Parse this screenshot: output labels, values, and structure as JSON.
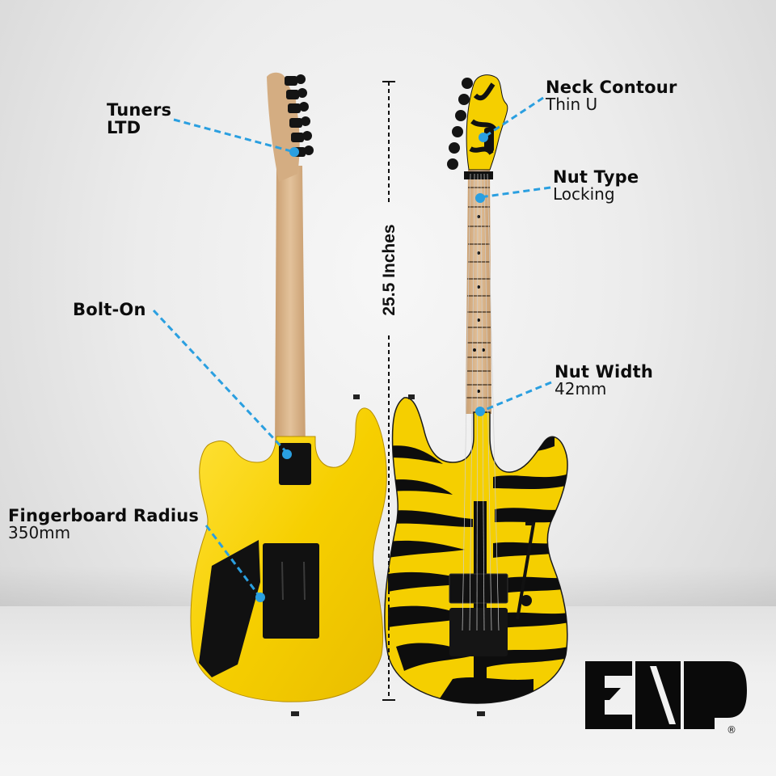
{
  "scene": "ESP LTD electric guitar spec infographic",
  "colors": {
    "accent_callout": "#2a9fe0",
    "body_yellow": "#f5cf00",
    "stripe_black": "#0d0d0d",
    "maple": "#d9b48a",
    "text": "#0c0c0c"
  },
  "measurement": {
    "label": "25.5 Inches"
  },
  "callouts": [
    {
      "id": "tuners",
      "title": "Tuners",
      "value": "LTD"
    },
    {
      "id": "bolt_on",
      "title": "Bolt-On",
      "value": ""
    },
    {
      "id": "fingerboard_radius",
      "title": "Fingerboard Radius",
      "value": "350mm"
    },
    {
      "id": "neck_contour",
      "title": "Neck Contour",
      "value": "Thin U"
    },
    {
      "id": "nut_type",
      "title": "Nut Type",
      "value": "Locking"
    },
    {
      "id": "nut_width",
      "title": "Nut Width",
      "value": "42mm"
    }
  ],
  "brand": {
    "logo_text": "ESP",
    "registered": "®"
  },
  "views": {
    "left": "back-view",
    "right": "front-view"
  }
}
